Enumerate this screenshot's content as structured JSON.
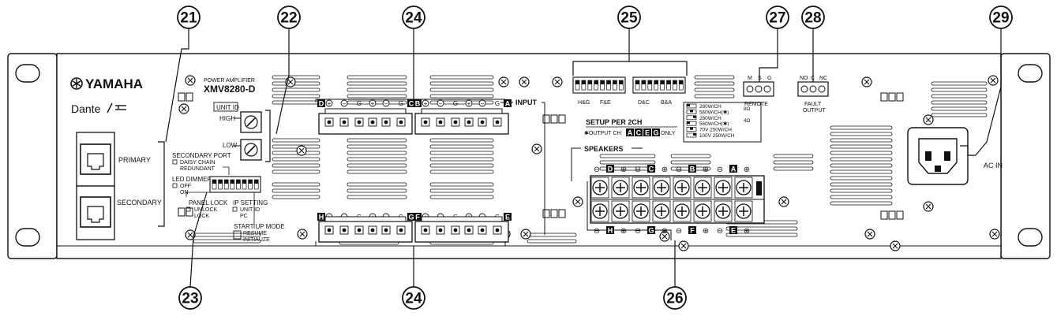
{
  "brand": {
    "name": "YAMAHA",
    "logo_icon": "tuning-fork-emblem-icon"
  },
  "model": {
    "category": "POWER AMPLIFIER",
    "name": "XMV8280-D"
  },
  "dante": {
    "label": "Dante",
    "network_icon": "network-icon"
  },
  "network_ports": {
    "primary": "PRIMARY",
    "secondary": "SECONDARY"
  },
  "unit_id": {
    "label": "UNIT ID",
    "high": "HIGH",
    "low": "LOW"
  },
  "dip_settings": {
    "secondary_port": {
      "title": "SECONDARY PORT",
      "up": "DAISY CHAIN",
      "down": "REDUNDANT"
    },
    "led_dimmer": {
      "title": "LED DIMMER",
      "up": "OFF",
      "down": "ON"
    },
    "panel_lock": {
      "title": "PANEL LOCK",
      "up": "UNLOCK",
      "down": "LOCK"
    },
    "ip_setting": {
      "title": "IP SETTING",
      "up": "UNIT ID",
      "down": "PC"
    },
    "start_up_mode": {
      "title": "START UP MODE",
      "up": "RESUME",
      "down": "INITIAUZE"
    }
  },
  "input": {
    "label": "INPUT",
    "terminal_labels": [
      "+",
      "−",
      "G",
      "+",
      "−",
      "G"
    ],
    "blocks": [
      {
        "left": "D",
        "right": "C"
      },
      {
        "left": "B",
        "right": "A"
      },
      {
        "left": "H",
        "right": "G"
      },
      {
        "left": "F",
        "right": "E"
      }
    ]
  },
  "setup_per_2ch": {
    "title": "SETUP PER 2CH",
    "note_prefix": "✱OUTPUT CH:",
    "note_channels": [
      "A",
      "C",
      "E",
      "G"
    ],
    "note_suffix": "ONLY",
    "dip_groups": [
      "H&G",
      "F&E",
      "D&C",
      "B&A"
    ],
    "modes": [
      {
        "text": "280W/CH",
        "group": "8Ω"
      },
      {
        "text": "560W/CH(✱)",
        "group": ""
      },
      {
        "text": "280W/CH",
        "group": "4Ω"
      },
      {
        "text": "560W/CH(✱)",
        "group": ""
      },
      {
        "text": "70V    250W/CH",
        "group": ""
      },
      {
        "text": "100V  250W/CH",
        "group": ""
      }
    ]
  },
  "speakers": {
    "label": "SPEAKERS",
    "top_channels": [
      "D",
      "C",
      "B",
      "A"
    ],
    "bottom_channels": [
      "H",
      "G",
      "F",
      "E"
    ]
  },
  "remote": {
    "label": "REMOTE",
    "pins": [
      "M",
      "S",
      "G"
    ]
  },
  "fault_output": {
    "line1": "FAULT",
    "line2": "OUTPUT",
    "pins": [
      "NO",
      "C",
      "NC"
    ]
  },
  "ac_in": {
    "label": "AC  IN"
  },
  "callouts": [
    "21",
    "22",
    "23",
    "24",
    "24",
    "25",
    "26",
    "27",
    "28",
    "29"
  ]
}
